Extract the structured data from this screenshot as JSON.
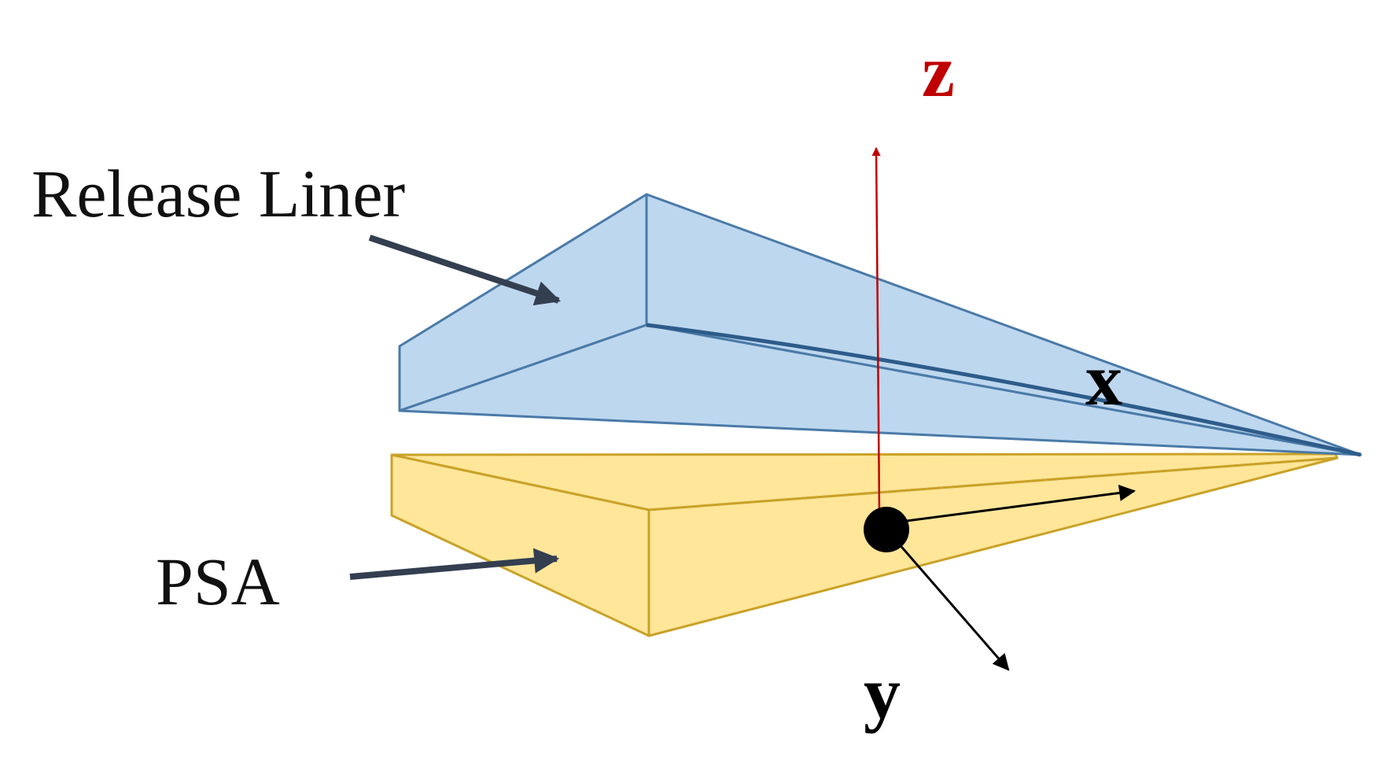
{
  "labels": {
    "release_liner": "Release Liner",
    "psa": "PSA",
    "axis_x": "x",
    "axis_y": "y",
    "axis_z": "z"
  },
  "colors": {
    "liner_fill": "#bdd7ee",
    "liner_stroke": "#4a7aa8",
    "psa_fill": "#ffe699",
    "psa_stroke": "#c9a227",
    "z_axis": "#c00000",
    "axis": "#000000",
    "pointer_arrow": "#333f50",
    "text": "#111111"
  }
}
